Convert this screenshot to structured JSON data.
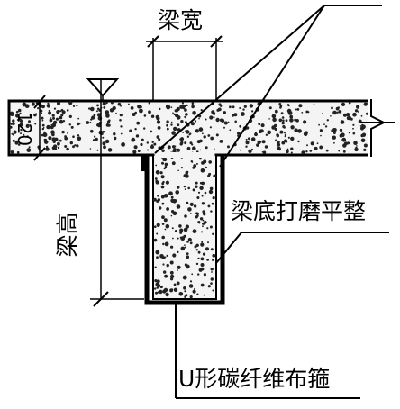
{
  "labels": {
    "beam_width": "梁宽",
    "beam_height": "梁高",
    "slab_thickness": "120",
    "beam_bottom_grinding": "梁底打磨平整",
    "u_hoop": "U形碳纤维布箍"
  },
  "colors": {
    "line": "#000000",
    "concrete_fill": "#f4f4f4",
    "speckle": "#222222",
    "background": "#ffffff"
  }
}
